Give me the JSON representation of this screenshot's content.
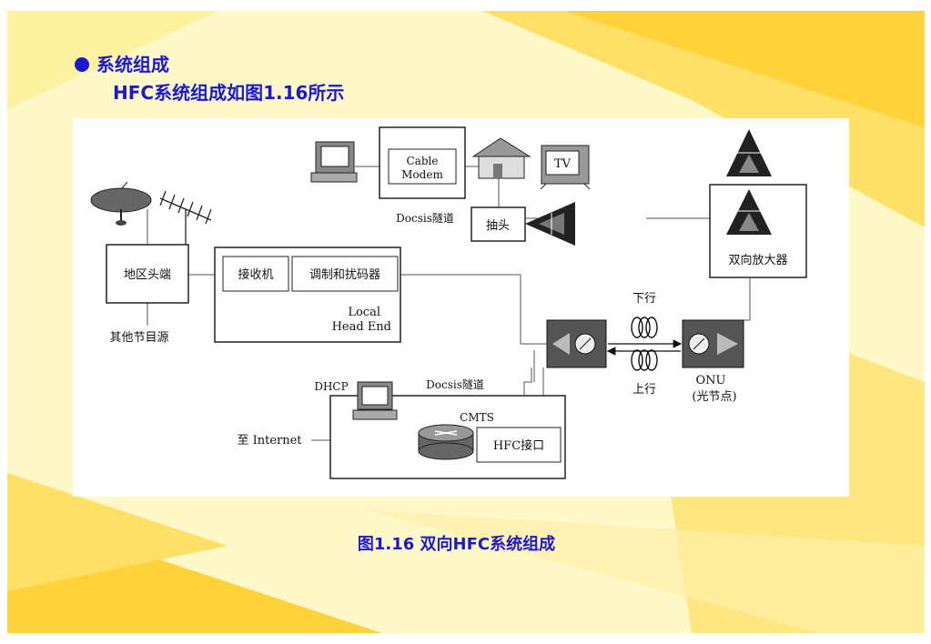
{
  "slide": {
    "bullet_title": "系统组成",
    "subtitle": "HFC系统组成如图1.16所示",
    "caption": "图1.16 双向HFC系统组成",
    "colors": {
      "heading": "#1a1acc",
      "band_light": "#fff3a8",
      "band_mid": "#ffe066",
      "band_dark": "#ffc928"
    }
  },
  "diagram": {
    "cable_modem_line1": "Cable",
    "cable_modem_line2": "Modem",
    "tv": "TV",
    "docsis_top": "Docsis隧道",
    "tap": "抽头",
    "bidir_amp": "双向放大器",
    "regional_headend": "地区头端",
    "other_sources": "其他节目源",
    "receiver": "接收机",
    "modulator": "调制和扰码器",
    "local_line1": "Local",
    "local_line2": "Head End",
    "downstream": "下行",
    "upstream": "上行",
    "onu_line1": "ONU",
    "onu_line2": "(光节点)",
    "dhcp": "DHCP",
    "docsis_bottom": "Docsis隧道",
    "cmts": "CMTS",
    "internet": "至 Internet",
    "hfc_interface": "HFC接口",
    "icons": [
      "computer-icon",
      "house-icon",
      "tv-icon",
      "satellite-dish-icon",
      "yagi-antenna-icon",
      "amplifier-icon",
      "optical-transceiver-icon",
      "fiber-coil-icon",
      "router-icon"
    ]
  }
}
